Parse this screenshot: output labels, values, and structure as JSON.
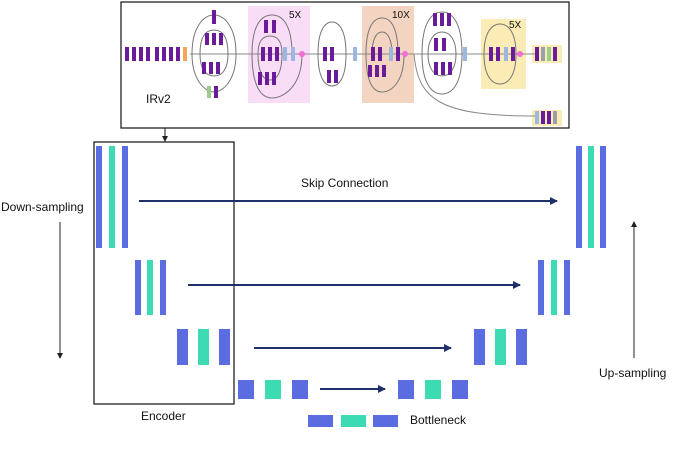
{
  "irv2": {
    "label": "IRv2",
    "repeat_labels": [
      "5X",
      "10X",
      "5X"
    ]
  },
  "unet": {
    "skip_label": "Skip Connection",
    "down_label": "Down-sampling",
    "up_label": "Up-sampling",
    "encoder_label": "Encoder",
    "bottleneck_label": "Bottleneck"
  },
  "colors": {
    "blue": "#5b6be0",
    "teal": "#3ddbb3",
    "purple": "#6a1b9a",
    "orange": "#f2a65a",
    "green": "#9ccc8a",
    "light_blue": "#9bb8e0",
    "pink": "#f06ed6",
    "grey": "#9aa0a6",
    "navy": "#1f2f6b",
    "pink_bg": "#f9dcf5",
    "peach_bg": "#f3d4c0",
    "yellow_bg": "#fbebb5"
  }
}
